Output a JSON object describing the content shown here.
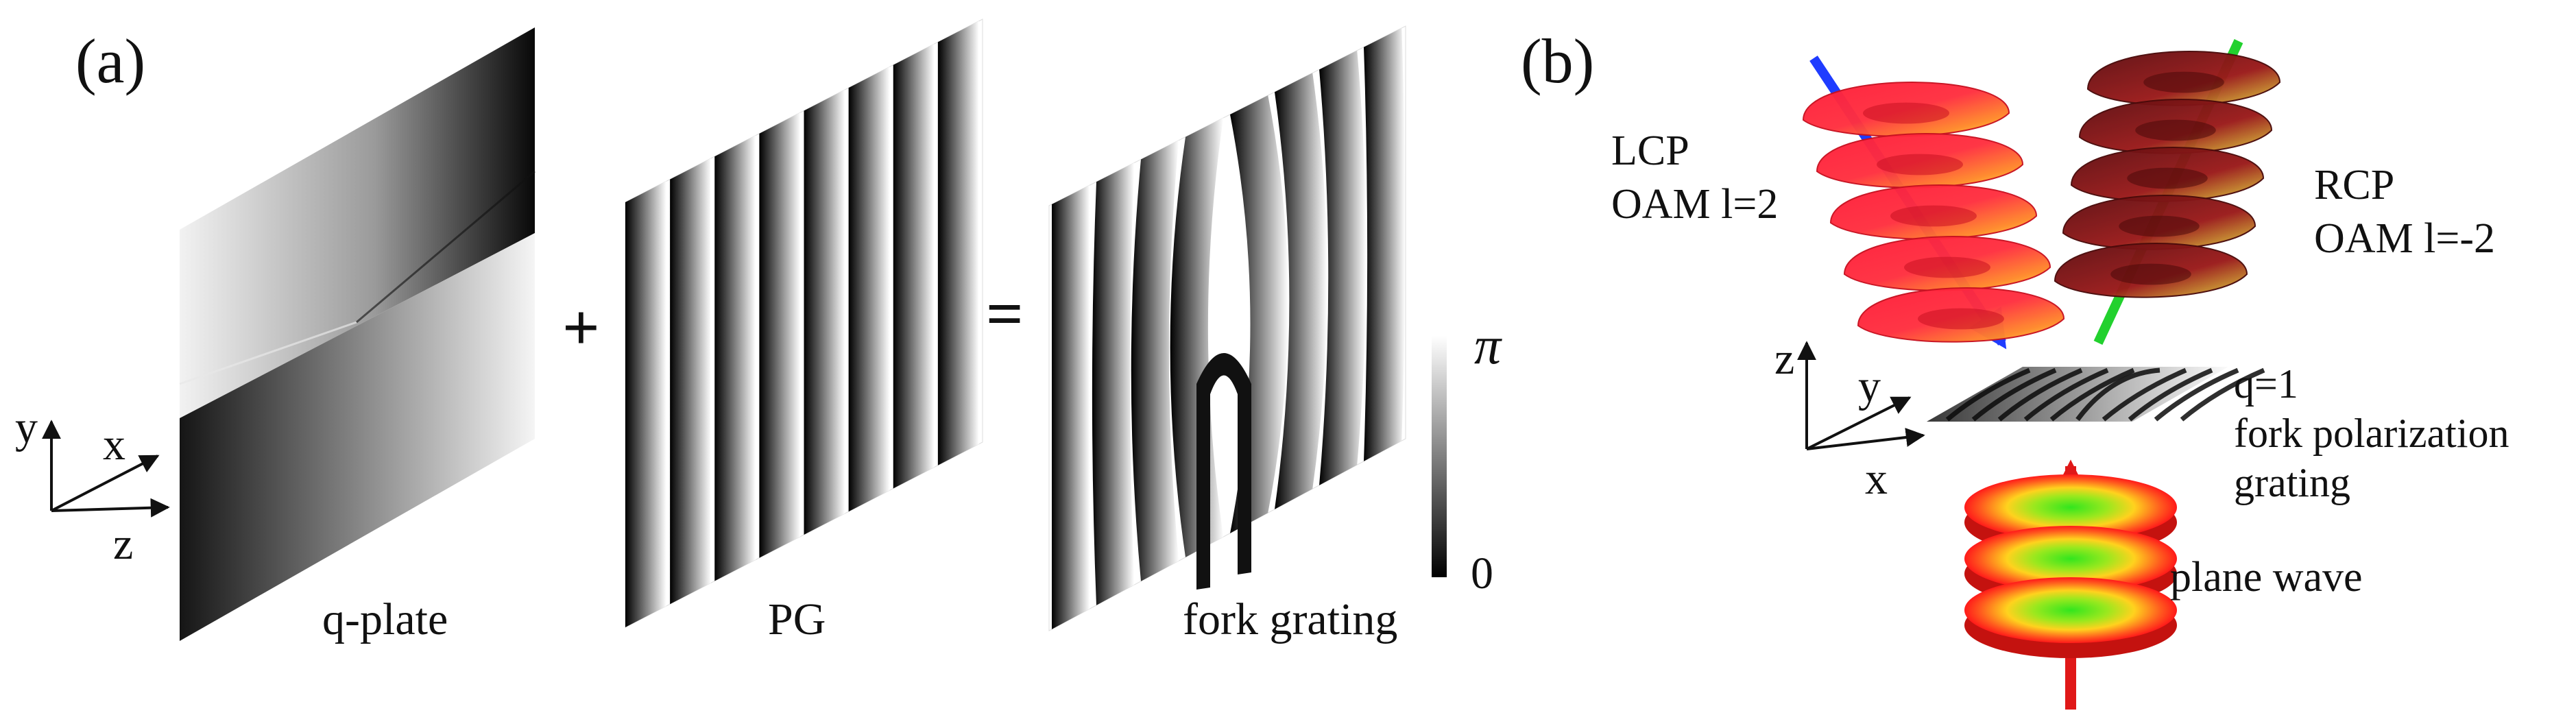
{
  "panel_a": {
    "tag": "(a)",
    "axes": {
      "y": "y",
      "x": "x",
      "z": "z"
    },
    "plus": "+",
    "equals": "=",
    "qplate_label": "q-plate",
    "pg_label": "PG",
    "fork_label": "fork grating",
    "scale_top": "π",
    "scale_bottom": "0"
  },
  "panel_b": {
    "tag": "(b)",
    "lcp_line1": "LCP",
    "lcp_line2": "OAM l=2",
    "rcp_line1": "RCP",
    "rcp_line2": "OAM l=-2",
    "axes": {
      "z": "z",
      "y": "y",
      "x": "x"
    },
    "grating_line1": "q=1",
    "grating_line2": "fork polarization",
    "grating_line3": "grating",
    "plane_wave_label": "plane wave"
  },
  "colors": {
    "helix_outer": "#ff2a2a",
    "helix_inner": "#ffe23a",
    "helix_dark": "#7d1616",
    "axis_blue": "#1f3cff",
    "axis_green": "#22d12e",
    "arrow_red": "#e01818",
    "disk_green": "#32e61e"
  }
}
